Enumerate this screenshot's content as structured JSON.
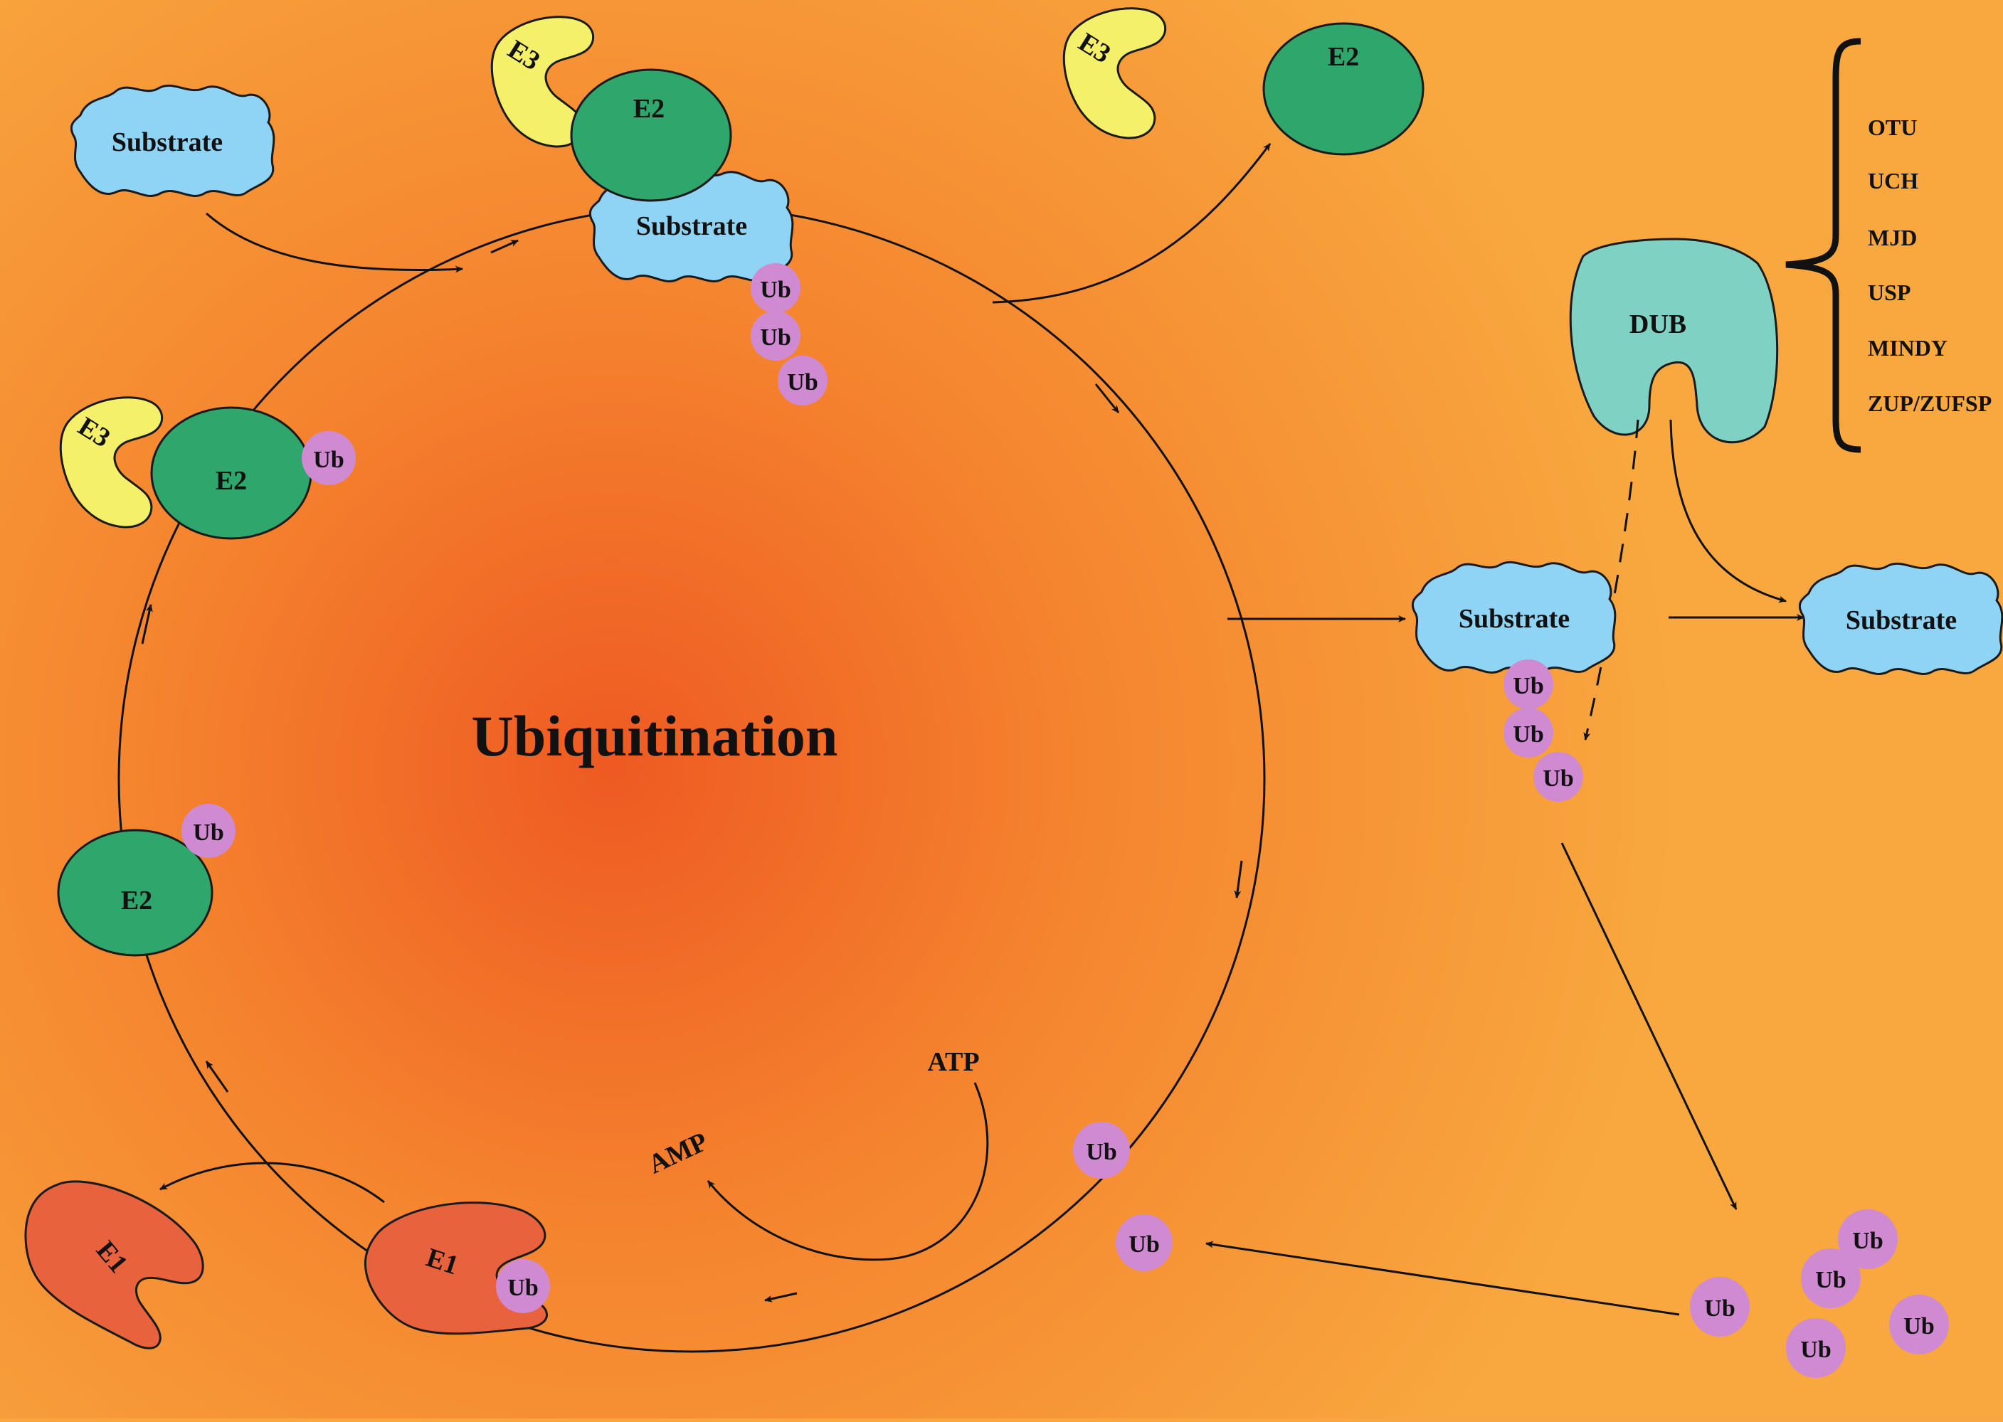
{
  "title": "Ubiquitination",
  "colors": {
    "background_outer": "#f7a640",
    "background_center": "#ee5a22",
    "substrate": "#8fd3f5",
    "e2": "#2fa66b",
    "e3": "#f5f06a",
    "e1": "#e8623e",
    "ub": "#cf8ad2",
    "dub": "#7fd1c4"
  },
  "labels": {
    "substrate": "Substrate",
    "e1": "E1",
    "e2": "E2",
    "e3": "E3",
    "ub": "Ub",
    "dub": "DUB",
    "atp": "ATP",
    "amp": "AMP"
  },
  "dub_families": [
    "OTU",
    "UCH",
    "MJD",
    "USP",
    "MINDY",
    "ZUP/ZUFSP"
  ]
}
